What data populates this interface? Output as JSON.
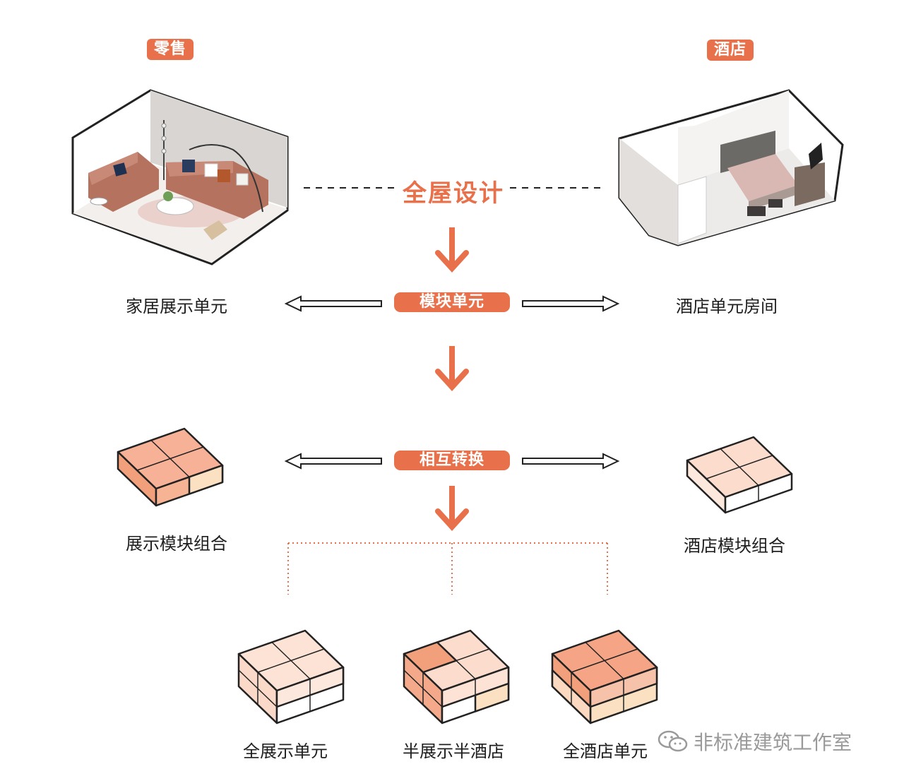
{
  "tags": {
    "retail": "零售",
    "hotel": "酒店"
  },
  "center": {
    "design": "全屋设计",
    "module_unit": "模块单元",
    "interconvert": "相互转换"
  },
  "labels": {
    "home_display_unit": "家居展示单元",
    "hotel_unit_room": "酒店单元房间",
    "display_module_combo": "展示模块组合",
    "hotel_module_combo": "酒店模块组合",
    "full_display_unit": "全展示单元",
    "half_display_half_hotel": "半展示半酒店",
    "full_hotel_unit": "全酒店单元"
  },
  "watermark": {
    "text": "非标准建筑工作室",
    "icon": "wechat-icon"
  },
  "colors": {
    "accent": "#e8704a",
    "deep": "#f2a07c",
    "mid": "#f7c2aa",
    "light": "#fbdccd",
    "pale": "#fde8dd",
    "cream": "#fbe0c2"
  }
}
